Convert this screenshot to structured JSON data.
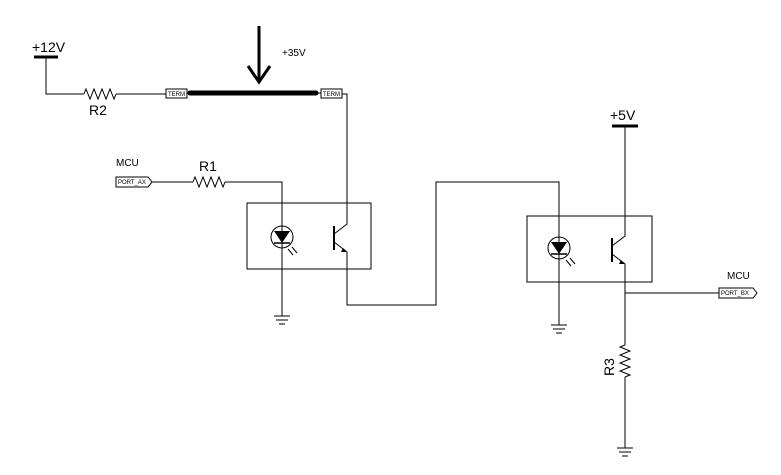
{
  "supplies": {
    "v12": "+12V",
    "v5": "+5V",
    "v35": "+35V"
  },
  "resistors": {
    "r1": "R1",
    "r2": "R2",
    "r3": "R3"
  },
  "terminals": {
    "term": "TERM"
  },
  "mcu": {
    "label": "MCU",
    "port_ax": "PORT_AX",
    "port_bx": "PORT_BX"
  }
}
